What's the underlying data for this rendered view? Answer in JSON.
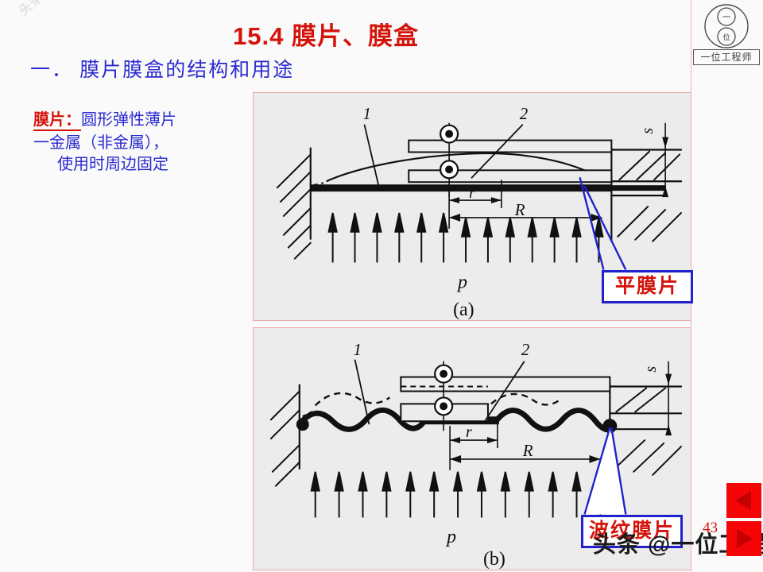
{
  "slide": {
    "title": "15.4  膜片、膜盒",
    "subtitle": "一．  膜片膜盒的结构和用途",
    "page_number": "43",
    "background_color": "#fafafa",
    "title_color": "#d4140b",
    "subtitle_color": "#2a2ad1"
  },
  "watermarks": {
    "top_left": "头条号：一位工程师",
    "bottom": "头条 @一位工程师"
  },
  "logo": {
    "inner_top_char": "一",
    "inner_bottom_char": "位",
    "caption": "一位工程师"
  },
  "left_note": {
    "term": "膜片：",
    "line1": "圆形弹性薄片",
    "line2": "一金属（非金属），",
    "line3": "使用时周边固定",
    "term_color": "#d4140b",
    "body_color": "#2a2ad1"
  },
  "figures": [
    {
      "id": "a",
      "caption": "(a)",
      "labels": {
        "leader_1": "1",
        "leader_2": "2",
        "dim_r": "r",
        "dim_R": "R",
        "dim_s": "s",
        "pressure": "p"
      },
      "callout": "平膜片",
      "callout_border_color": "#2222cc",
      "callout_text_color": "#d4140b",
      "panel_fill": "#ececec",
      "panel_border": "#e8a9a9",
      "pressure_arrow_count": 13
    },
    {
      "id": "b",
      "caption": "(b)",
      "labels": {
        "leader_1": "1",
        "leader_2": "2",
        "dim_r": "r",
        "dim_R": "R",
        "dim_s": "s",
        "pressure": "p"
      },
      "callout": "波纹膜片",
      "callout_border_color": "#2222cc",
      "callout_text_color": "#d4140b",
      "panel_fill": "#ececec",
      "panel_border": "#e8a9a9",
      "pressure_arrow_count": 13
    }
  ],
  "nav": {
    "prev_label": "上一页",
    "next_label": "下一页",
    "button_color": "#f50505"
  }
}
